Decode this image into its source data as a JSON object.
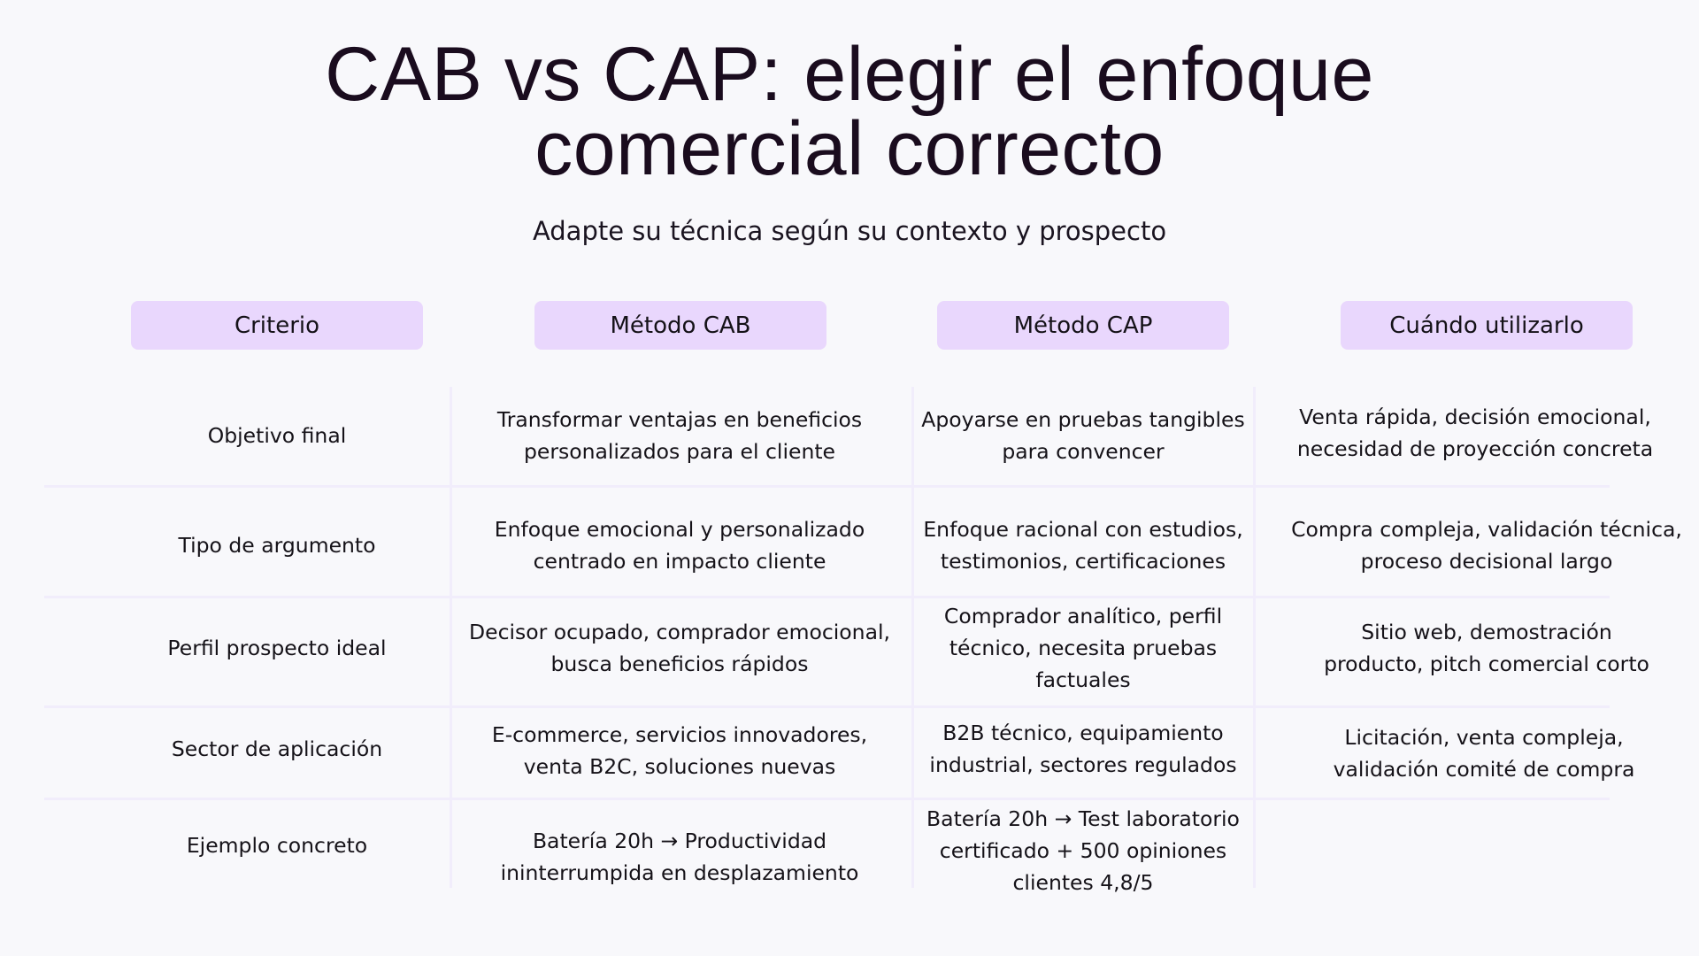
{
  "slide": {
    "title_line1": "CAB vs CAP: elegir el enfoque",
    "title_line2": "comercial correcto",
    "subtitle": "Adapte su técnica según su contexto y prospecto"
  },
  "table": {
    "headers": [
      "Criterio",
      "Método CAB",
      "Método CAP",
      "Cuándo utilizarlo"
    ],
    "rows": [
      {
        "criterio": [
          "Objetivo final"
        ],
        "cab": [
          "Transformar ventajas en beneficios",
          "personalizados para el cliente"
        ],
        "cap": [
          "Apoyarse en pruebas tangibles",
          "para convencer"
        ],
        "cuando": [
          "Venta rápida, decisión emocional,",
          "necesidad de proyección concreta"
        ]
      },
      {
        "criterio": [
          "Tipo de argumento"
        ],
        "cab": [
          "Enfoque emocional y personalizado",
          "centrado en impacto cliente"
        ],
        "cap": [
          "Enfoque racional con estudios,",
          "testimonios, certificaciones"
        ],
        "cuando": [
          "Compra compleja, validación técnica,",
          "proceso decisional largo"
        ]
      },
      {
        "criterio": [
          "Perfil prospecto ideal"
        ],
        "cab": [
          "Decisor ocupado, comprador emocional,",
          "busca beneficios rápidos"
        ],
        "cap": [
          "Comprador analítico, perfil",
          "técnico, necesita pruebas",
          "factuales"
        ],
        "cuando": [
          "Sitio web, demostración",
          "producto, pitch comercial corto"
        ]
      },
      {
        "criterio": [
          "Sector de aplicación"
        ],
        "cab": [
          "E-commerce, servicios innovadores,",
          "venta B2C, soluciones nuevas"
        ],
        "cap": [
          "B2B técnico, equipamiento",
          "industrial, sectores regulados"
        ],
        "cuando": [
          "Licitación, venta compleja,",
          "validación comité de compra"
        ]
      },
      {
        "criterio": [
          "Ejemplo concreto"
        ],
        "cab": [
          "Batería 20h → Productividad",
          "ininterrumpida en desplazamiento"
        ],
        "cap": [
          "Batería 20h → Test laboratorio",
          "certificado + 500 opiniones",
          "clientes 4,8/5"
        ],
        "cuando": []
      }
    ]
  },
  "colors": {
    "background": "#f8f8fb",
    "header_pill": "#e9d7fd",
    "title_text": "#1a0c1e",
    "grid_line": "#f1edfb"
  }
}
